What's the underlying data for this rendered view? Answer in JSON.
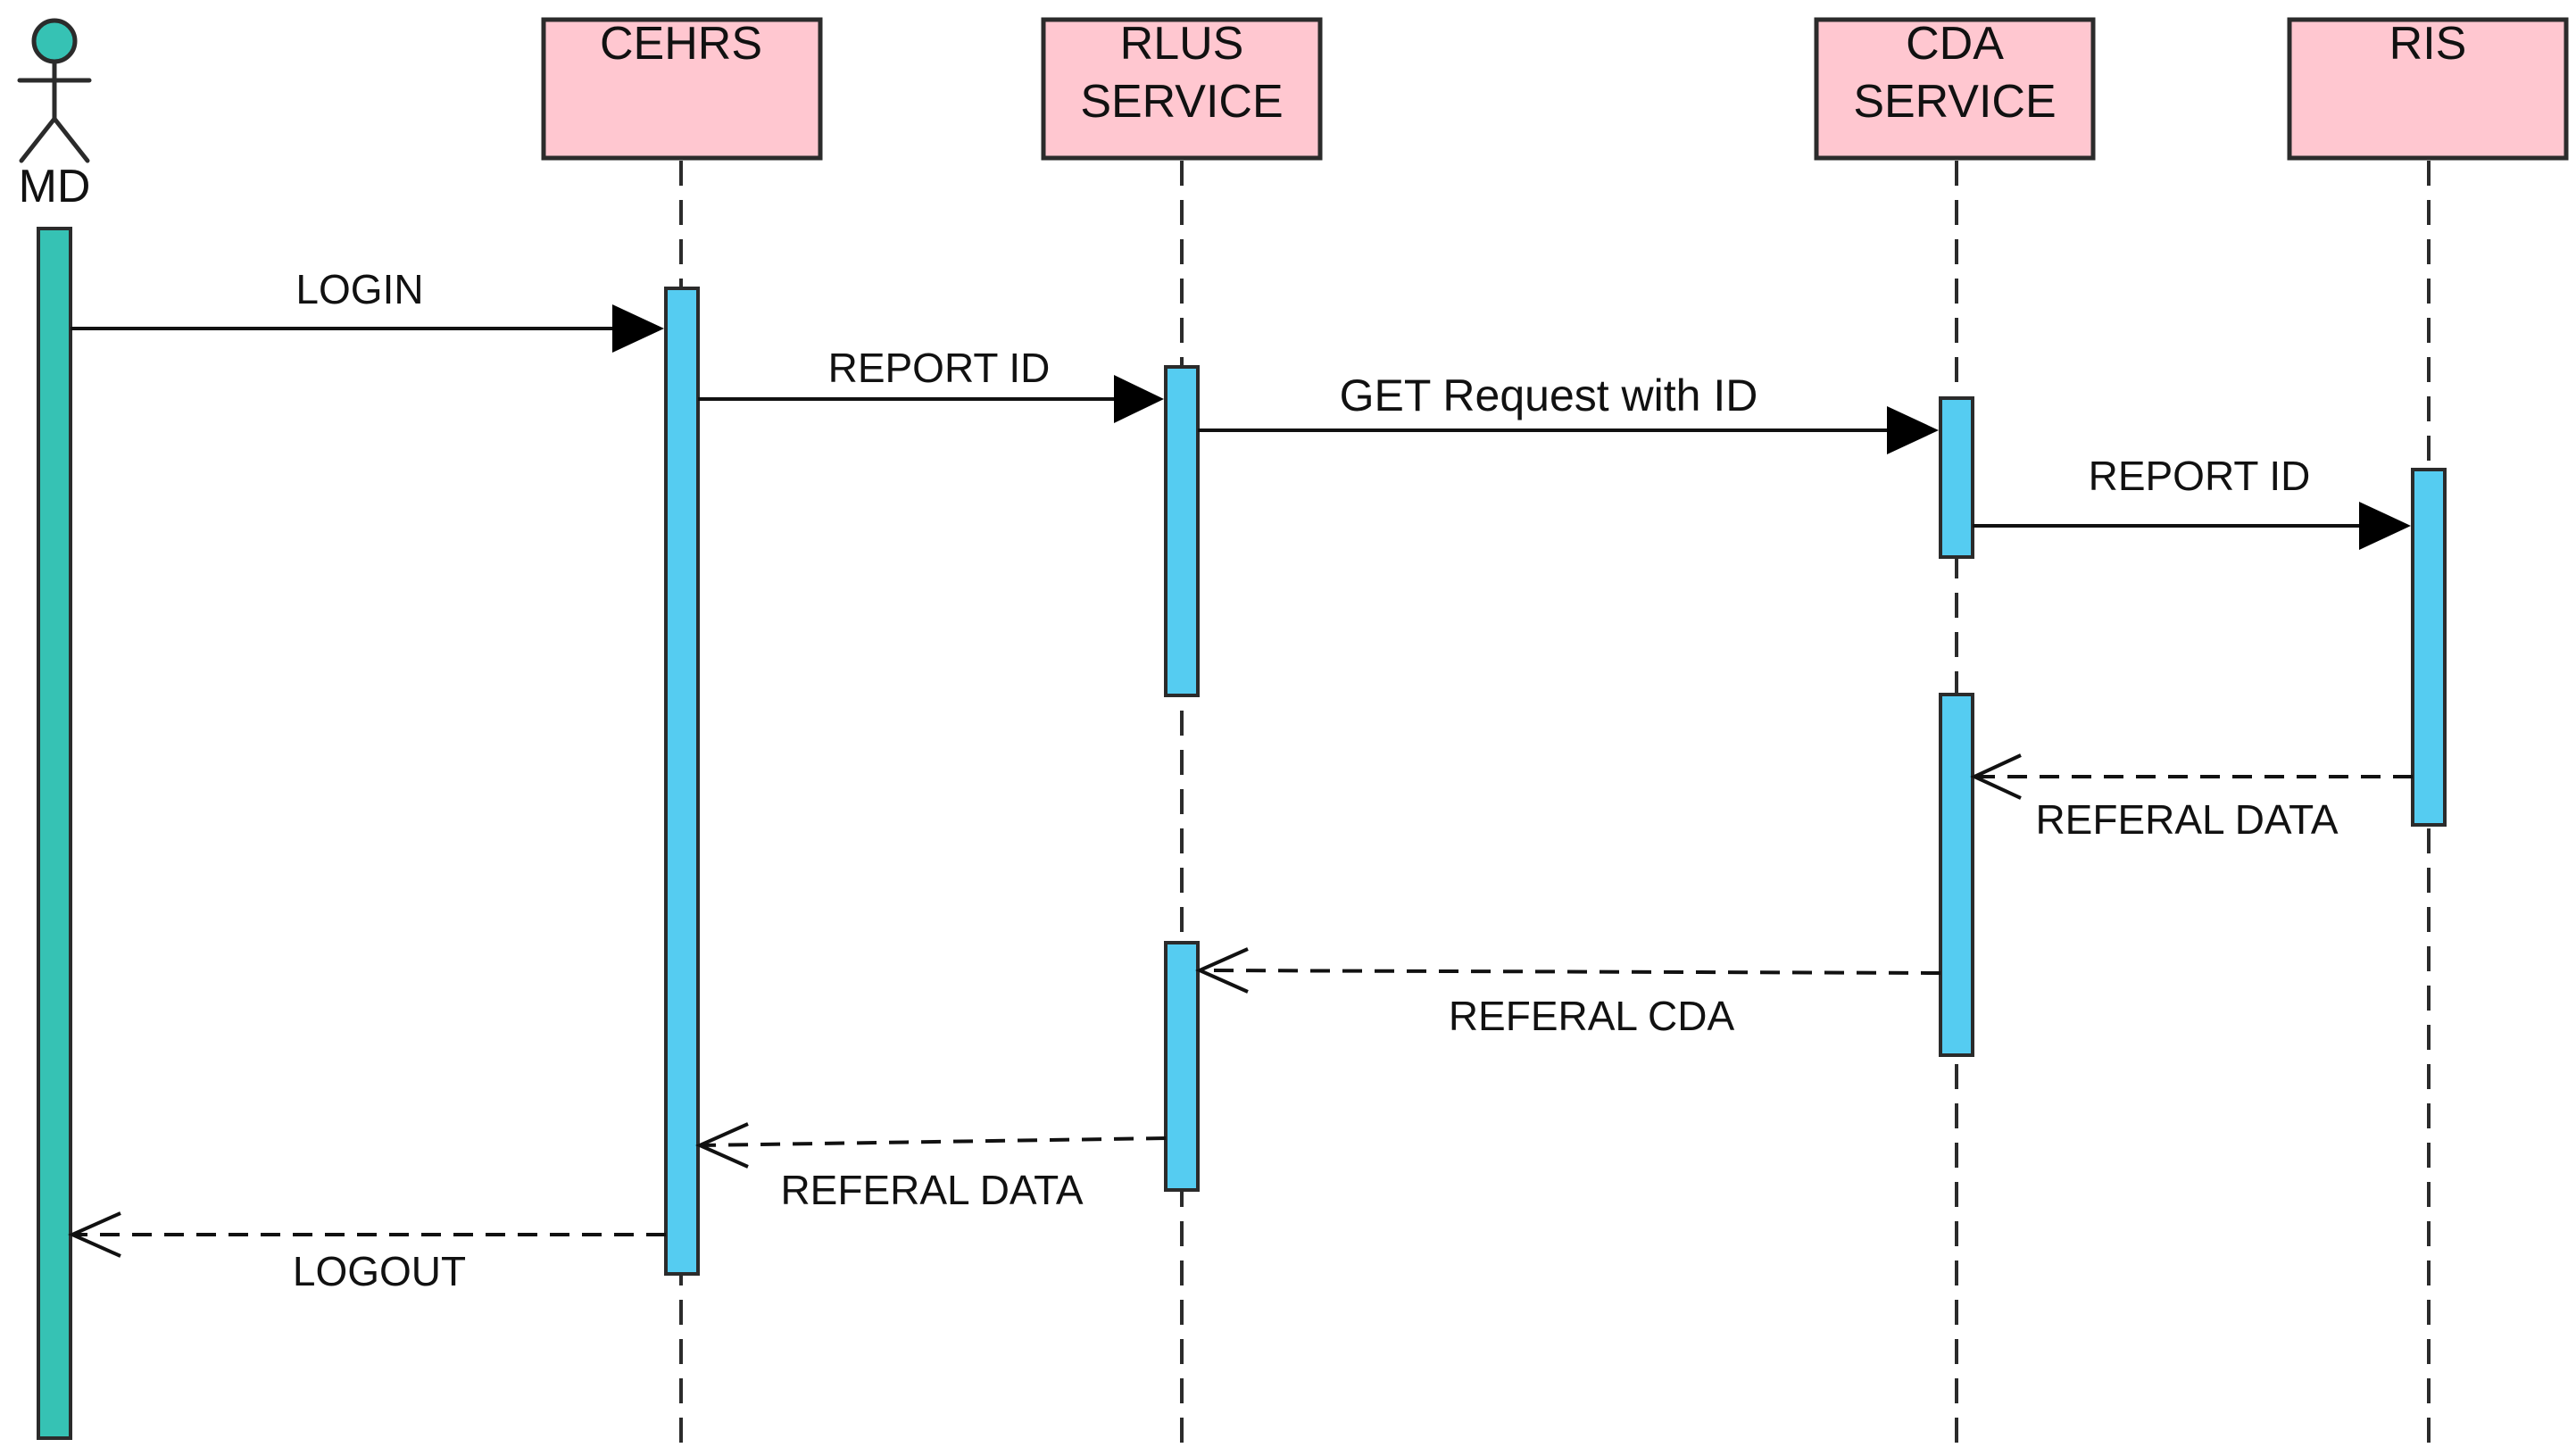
{
  "actor": {
    "label": "MD"
  },
  "participants": [
    {
      "id": "cehrs",
      "lines": [
        "CEHRS"
      ]
    },
    {
      "id": "rlus",
      "lines": [
        "RLUS",
        "SERVICE"
      ]
    },
    {
      "id": "cda",
      "lines": [
        "CDA",
        "SERVICE"
      ]
    },
    {
      "id": "ris",
      "lines": [
        "RIS"
      ]
    }
  ],
  "messages": [
    {
      "id": "login",
      "label": "LOGIN",
      "from": "md",
      "to": "cehrs",
      "kind": "sync"
    },
    {
      "id": "report-id-1",
      "label": "REPORT ID",
      "from": "cehrs",
      "to": "rlus",
      "kind": "sync"
    },
    {
      "id": "get-request",
      "label": "GET Request with ID",
      "from": "rlus",
      "to": "cda",
      "kind": "sync"
    },
    {
      "id": "report-id-2",
      "label": "REPORT ID",
      "from": "cda",
      "to": "ris",
      "kind": "sync"
    },
    {
      "id": "referal-data-1",
      "label": "REFERAL DATA",
      "from": "ris",
      "to": "cda",
      "kind": "return"
    },
    {
      "id": "referal-cda",
      "label": "REFERAL CDA",
      "from": "cda",
      "to": "rlus",
      "kind": "return"
    },
    {
      "id": "referal-data-2",
      "label": "REFERAL DATA",
      "from": "rlus",
      "to": "cehrs",
      "kind": "return"
    },
    {
      "id": "logout",
      "label": "LOGOUT",
      "from": "cehrs",
      "to": "md",
      "kind": "return"
    }
  ],
  "colors": {
    "participant_fill": "#ffc7d0",
    "activation_fill": "#55ccf1",
    "actor_fill": "#36c2b4"
  }
}
